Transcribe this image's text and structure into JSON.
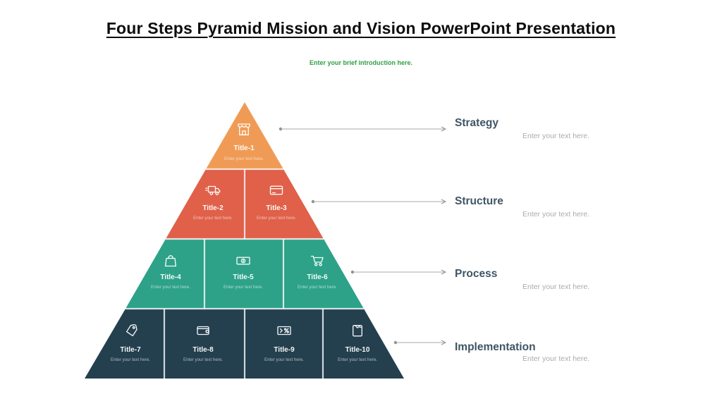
{
  "slide": {
    "title": "Four Steps Pyramid Mission and Vision PowerPoint Presentation",
    "intro": "Enter your brief introduction here."
  },
  "pyramid": {
    "levels": [
      {
        "name": "level-1",
        "color": "#F09B55"
      },
      {
        "name": "level-2",
        "color": "#E0604A"
      },
      {
        "name": "level-3",
        "color": "#2DA288"
      },
      {
        "name": "level-4",
        "color": "#24404F"
      }
    ],
    "cells": [
      {
        "title": "Title-1",
        "subtitle": "Enter your text here.",
        "icon": "storefront-icon"
      },
      {
        "title": "Title-2",
        "subtitle": "Enter your text here.",
        "icon": "delivery-truck-icon"
      },
      {
        "title": "Title-3",
        "subtitle": "Enter your text here.",
        "icon": "credit-card-icon"
      },
      {
        "title": "Title-4",
        "subtitle": "Enter your text here.",
        "icon": "shopping-bag-icon"
      },
      {
        "title": "Title-5",
        "subtitle": "Enter your text here.",
        "icon": "banknote-icon"
      },
      {
        "title": "Title-6",
        "subtitle": "Enter your text here.",
        "icon": "shopping-cart-icon"
      },
      {
        "title": "Title-7",
        "subtitle": "Enter your text here.",
        "icon": "price-tag-icon"
      },
      {
        "title": "Title-8",
        "subtitle": "Enter your text here.",
        "icon": "wallet-icon"
      },
      {
        "title": "Title-9",
        "subtitle": "Enter your text here.",
        "icon": "discount-coupon-icon"
      },
      {
        "title": "Title-10",
        "subtitle": "Enter your text here.",
        "icon": "shirt-icon"
      }
    ]
  },
  "legend": {
    "items": [
      {
        "label": "Strategy",
        "subtitle": "Enter your text here."
      },
      {
        "label": "Structure",
        "subtitle": "Enter your text here."
      },
      {
        "label": "Process",
        "subtitle": "Enter your text here."
      },
      {
        "label": "Implementation",
        "subtitle": "Enter your text here."
      }
    ]
  },
  "colors": {
    "level1_orange": "#F09B55",
    "level2_coral": "#E0604A",
    "level3_teal": "#2DA288",
    "level4_navy": "#24404F",
    "intro_green": "#2F9E41",
    "legend_label": "#3F5565",
    "muted_text": "#ABABAB",
    "connector_grey": "#A9A9A9",
    "title_black": "#0D0D0D"
  }
}
